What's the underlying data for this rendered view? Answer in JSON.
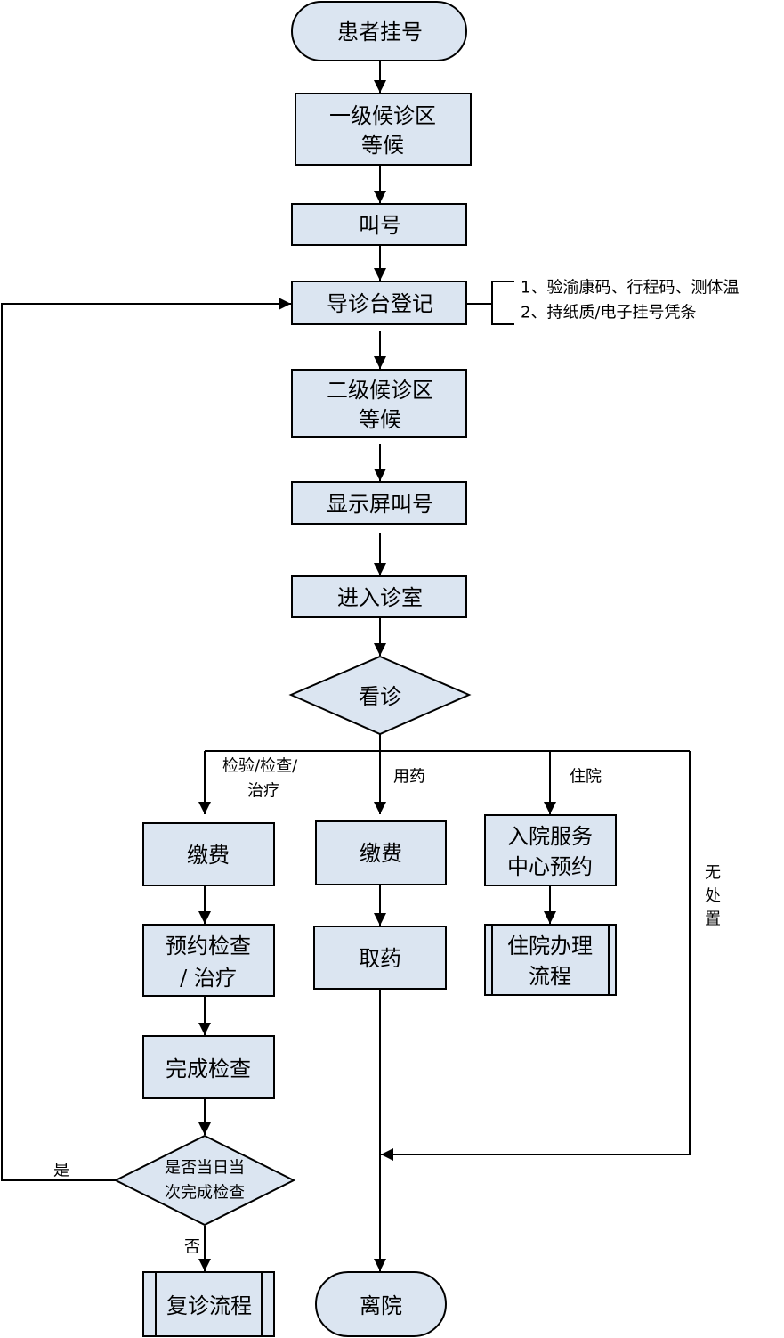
{
  "colors": {
    "node_fill": "#dbe5f1",
    "stroke": "#000000"
  },
  "nodes": {
    "register": "患者挂号",
    "wait1_line1": "一级候诊区",
    "wait1_line2": "等候",
    "call": "叫号",
    "guide_desk": "导诊台登记",
    "wait2_line1": "二级候诊区",
    "wait2_line2": "等候",
    "screen_call": "显示屏叫号",
    "enter_room": "进入诊室",
    "consult": "看诊",
    "pay_left": "缴费",
    "pay_mid": "缴费",
    "admit_line1": "入院服务",
    "admit_line2": "中心预约",
    "book_line1": "预约检查",
    "book_line2": "/  治疗",
    "get_medicine": "取药",
    "hospitalize_line1": "住院办理",
    "hospitalize_line2": "流程",
    "complete_check": "完成检查",
    "decision_line1": "是否当日当",
    "decision_line2": "次完成检查",
    "followup": "复诊流程",
    "leave": "离院"
  },
  "notes": {
    "guide_1": "1、验渝康码、行程码、测体温",
    "guide_2": "2、持纸质/电子挂号凭条"
  },
  "edges": {
    "exam_line1": "检验/检查/",
    "exam_line2": "治疗",
    "medicine": "用药",
    "inpatient": "住院",
    "none_1": "无",
    "none_2": "处",
    "none_3": "置",
    "yes": "是",
    "no": "否"
  }
}
